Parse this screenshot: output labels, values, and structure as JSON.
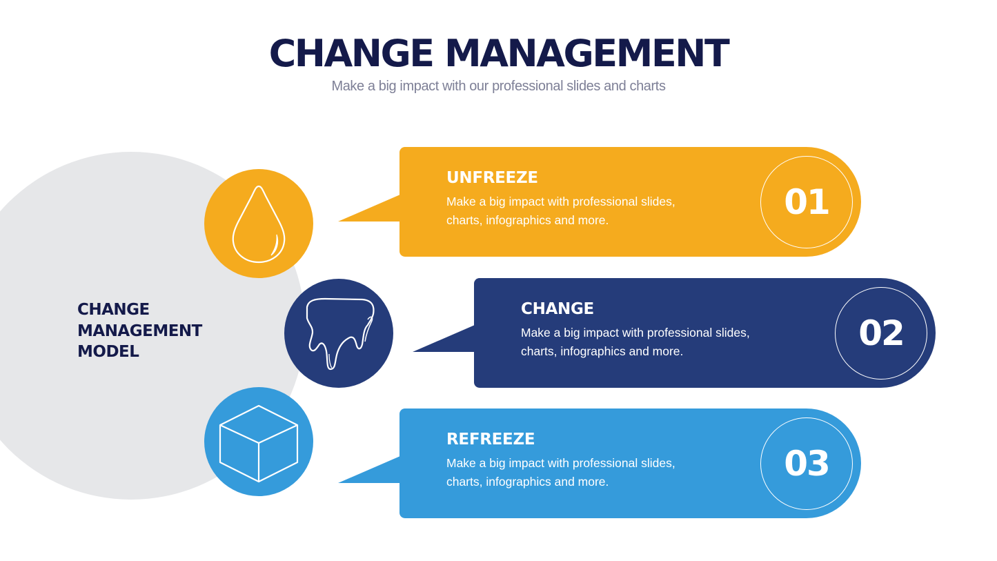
{
  "header": {
    "title": "CHANGE MANAGEMENT",
    "subtitle": "Make a big impact with our professional slides and charts"
  },
  "model": {
    "lines": [
      "CHANGE",
      "MANAGEMENT",
      "MODEL"
    ],
    "background_color": "#e6e7e9"
  },
  "steps": [
    {
      "number": "01",
      "title": "UNFREEZE",
      "desc_lines": [
        "Make a big impact with professional slides,",
        "charts, infographics and more."
      ],
      "icon": "water-drop-icon",
      "color": "#f5ab1e"
    },
    {
      "number": "02",
      "title": "CHANGE",
      "desc_lines": [
        "Make a big impact with professional slides,",
        "charts, infographics and more."
      ],
      "icon": "melting-ice-icon",
      "color": "#253c7a"
    },
    {
      "number": "03",
      "title": "REFREEZE",
      "desc_lines": [
        "Make a big impact with professional slides,",
        "charts, infographics and more."
      ],
      "icon": "ice-cube-icon",
      "color": "#359bdb"
    }
  ],
  "colors": {
    "title": "#141a4a",
    "subtitle": "#7d7f96"
  }
}
